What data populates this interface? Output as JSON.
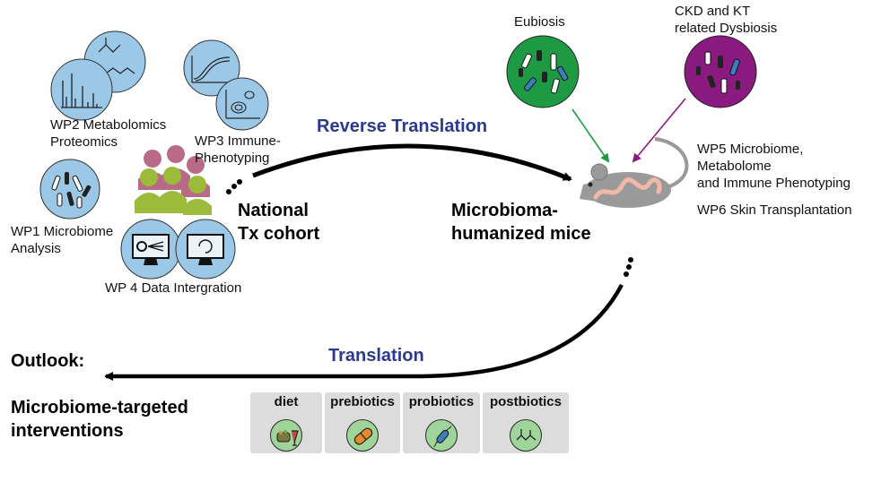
{
  "labels": {
    "wp2": "WP2 Metabolomics\nProteomics",
    "wp3": "WP3 Immune-\nPhenotyping",
    "wp1": "WP1 Microbiome\nAnalysis",
    "wp4": "WP 4 Data Intergration",
    "cohort": "National\nTx cohort",
    "reverse": "Reverse Translation",
    "mice": "Microbioma-\nhumanized mice",
    "eubiosis": "Eubiosis",
    "dysbiosis": "CKD and KT\nrelated Dysbiosis",
    "wp5": "WP5 Microbiome,\nMetabolome\nand Immune Phenotyping",
    "wp6": "WP6 Skin Transplantation",
    "translation": "Translation",
    "outlook": "Outlook:",
    "interventions": "Microbiome-targeted\ninterventions"
  },
  "interventions": [
    {
      "label": "diet",
      "icon": "diet-icon"
    },
    {
      "label": "prebiotics",
      "icon": "pill-icon"
    },
    {
      "label": "probiotics",
      "icon": "bacterium-icon"
    },
    {
      "label": "postbiotics",
      "icon": "molecule-icon"
    }
  ],
  "colors": {
    "wp_circle": "#9cc8e8",
    "eubiosis": "#1e9a45",
    "dysbiosis": "#8a1a80",
    "people_pink": "#b86a86",
    "people_green": "#9cbb3a",
    "blue_text": "#2b3a8f",
    "card_bg": "#dcdcdc",
    "card_icon": "#9fd49a"
  }
}
